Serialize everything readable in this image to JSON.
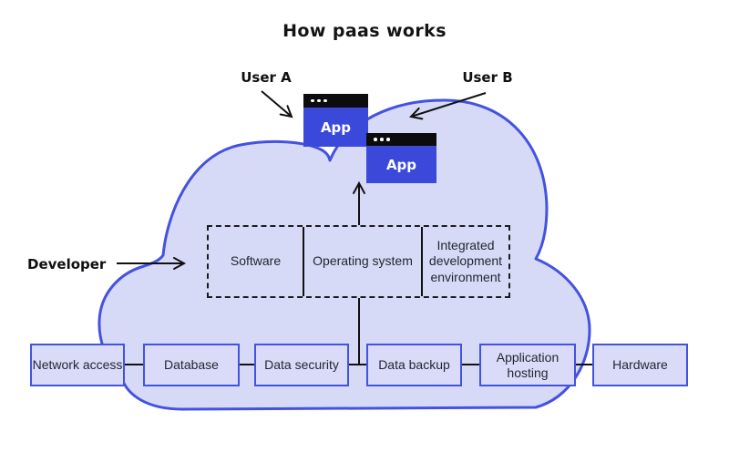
{
  "title": "How paas works",
  "labels": {
    "user_a": "User A",
    "user_b": "User B",
    "developer": "Developer"
  },
  "app_windows": [
    {
      "label": "App",
      "titlebar_dots": 3
    },
    {
      "label": "App",
      "titlebar_dots": 3
    }
  ],
  "platform": {
    "cells": [
      "Software",
      "Operating system",
      "Integrated development environment"
    ]
  },
  "services": [
    "Network access",
    "Database",
    "Data security",
    "Data backup",
    "Application hosting",
    "Hardware"
  ],
  "icons": {
    "window_dots": "three white circles in black title bar",
    "arrows": "thin black open-chevron arrows"
  },
  "colors": {
    "cloud_fill": "#d7daf7",
    "cloud_border": "#4352e1",
    "app_window_blue": "#3a49d9",
    "titlebar_black": "#0c0c0c",
    "service_box_fill": "#d9dbf8",
    "service_box_border": "#4353df",
    "line_black": "#111111",
    "text_dark": "#222733"
  }
}
